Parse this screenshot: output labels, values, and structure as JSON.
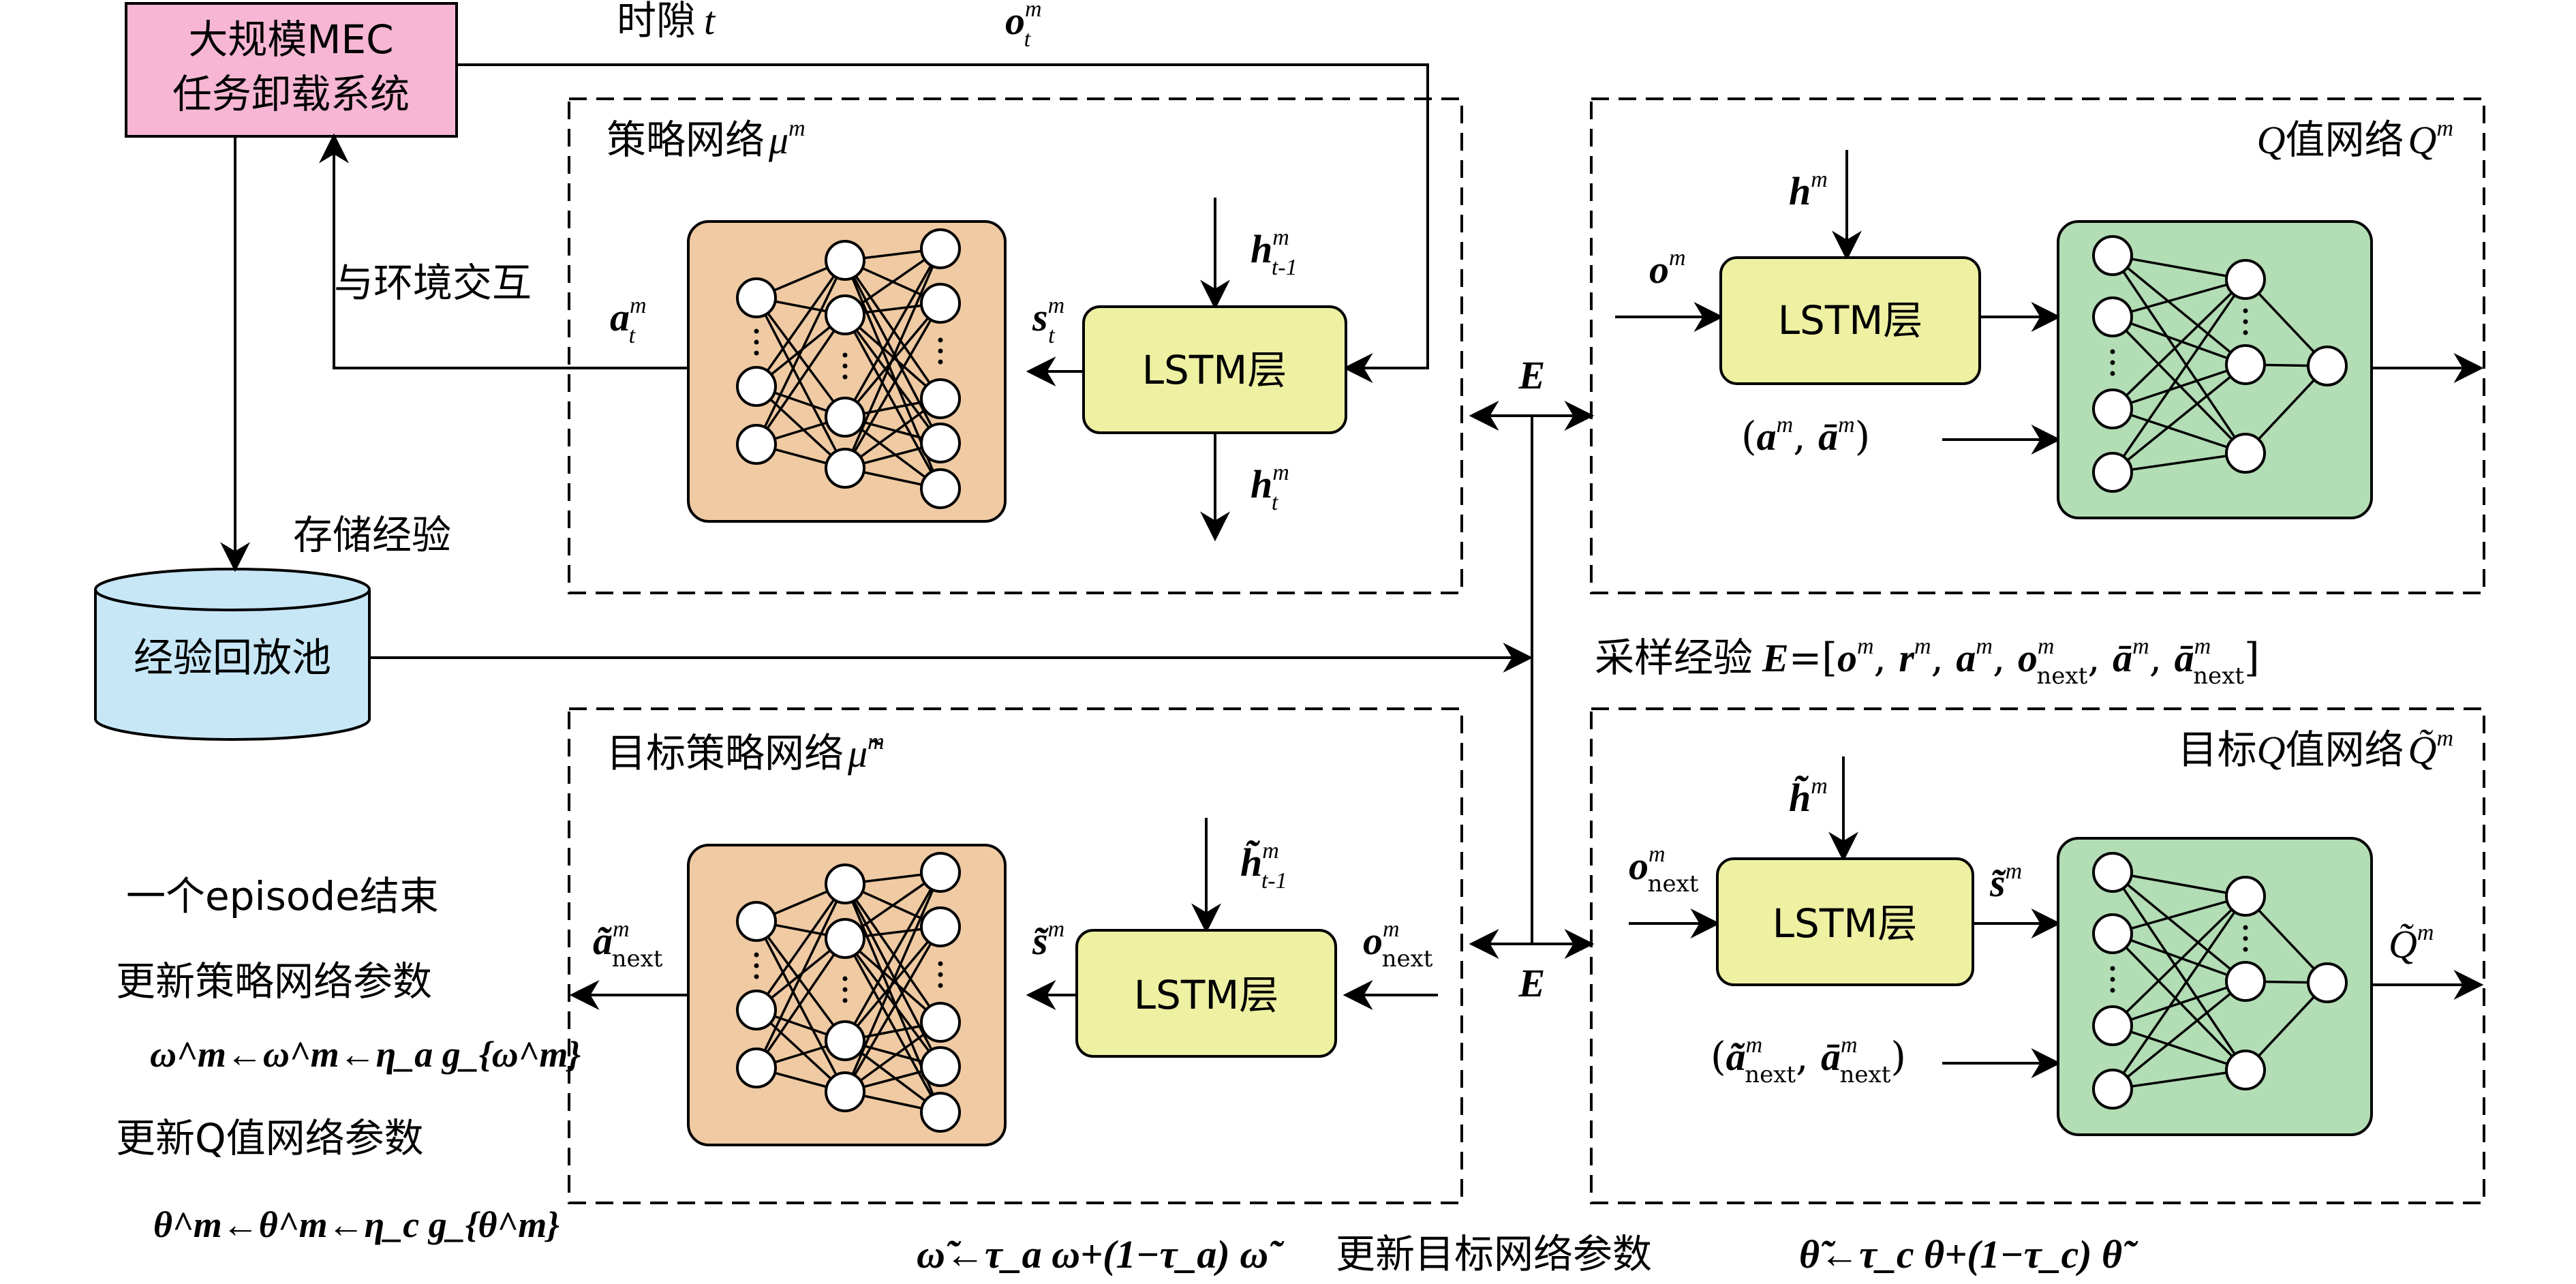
{
  "system_box": {
    "line1": "大规模MEC",
    "line2": "任务卸载系统",
    "fill": "#f6b6d4"
  },
  "time_slot": {
    "label": "时隙",
    "var": "t"
  },
  "obs_top": {
    "base": "o",
    "sup": "m",
    "sub": "t"
  },
  "interact_label": "与环境交互",
  "store_label": "存储经验",
  "replay_pool": {
    "label": "经验回放池",
    "fill": "#c7e7f6"
  },
  "policy_panel": {
    "title": "策略网络",
    "sym": "μ",
    "sup": "m"
  },
  "target_policy_panel": {
    "title": "目标策略网络",
    "sym": "μ̃",
    "sup": "m"
  },
  "q_panel": {
    "title_q": "Q",
    "title": "值网络",
    "sym": "Q",
    "sup": "m"
  },
  "target_q_panel": {
    "title_prefix": "目标",
    "title_q": "Q",
    "title": "值网络",
    "sym": "Q̃",
    "sup": "m"
  },
  "lstm_label": "LSTM层",
  "colors": {
    "nn_orange": "#efcaa3",
    "nn_green": "#b3ddb5",
    "lstm_yellow": "#eef0a2",
    "stroke": "#000000"
  },
  "policy_labels": {
    "h_in": {
      "base": "h",
      "sup": "m",
      "sub": "t-1"
    },
    "h_out": {
      "base": "h",
      "sup": "m",
      "sub": "t"
    },
    "s": {
      "base": "s",
      "sup": "m",
      "sub": "t"
    },
    "a": {
      "base": "a",
      "sup": "m",
      "sub": "t"
    }
  },
  "target_policy_labels": {
    "h_in": {
      "base": "h̃",
      "sup": "m",
      "sub": "t-1"
    },
    "s": {
      "base": "s̃",
      "sup": "m"
    },
    "o": {
      "base": "o",
      "sup": "m",
      "sub": "next"
    },
    "a": {
      "base": "ã",
      "sup": "m",
      "sub": "next"
    }
  },
  "q_labels": {
    "h": {
      "base": "h",
      "sup": "m"
    },
    "o": {
      "base": "o",
      "sup": "m"
    },
    "a_pair": {
      "a": "a",
      "abar": "ā",
      "sup": "m"
    }
  },
  "target_q_labels": {
    "h": {
      "base": "h̃",
      "sup": "m"
    },
    "o": {
      "base": "o",
      "sup": "m",
      "sub": "next"
    },
    "s": {
      "base": "s̃",
      "sup": "m"
    },
    "out": {
      "base": "Q̃",
      "sup": "m"
    },
    "a_pair": {
      "a": "ã",
      "abar": "ā",
      "sup": "m",
      "sub": "next"
    }
  },
  "E_label": "E",
  "sample_label": {
    "prefix": "采样经验",
    "formula": "E=[o^m, r^m, a^m, o^m_next, ā^m, ā^m_next]",
    "items": [
      {
        "base": "o",
        "sup": "m"
      },
      {
        "base": "r",
        "sup": "m"
      },
      {
        "base": "a",
        "sup": "m"
      },
      {
        "base": "o",
        "sup": "m",
        "sub": "next"
      },
      {
        "base": "ā",
        "sup": "m"
      },
      {
        "base": "ā",
        "sup": "m",
        "sub": "next"
      }
    ]
  },
  "episode_end": "一个episode结束",
  "update_policy": "更新策略网络参数",
  "update_policy_formula": "ω^m←ω^m←η_a g_{ω^m}",
  "update_q": "更新Q值网络参数",
  "update_q_formula": "θ^m←θ^m←η_c g_{θ^m}",
  "update_target": "更新目标网络参数",
  "target_formula_omega": "ω̃←τ_a ω+(1−τ_a) ω̃",
  "target_formula_theta": "θ̃←τ_c θ+(1−τ_c) θ̃"
}
